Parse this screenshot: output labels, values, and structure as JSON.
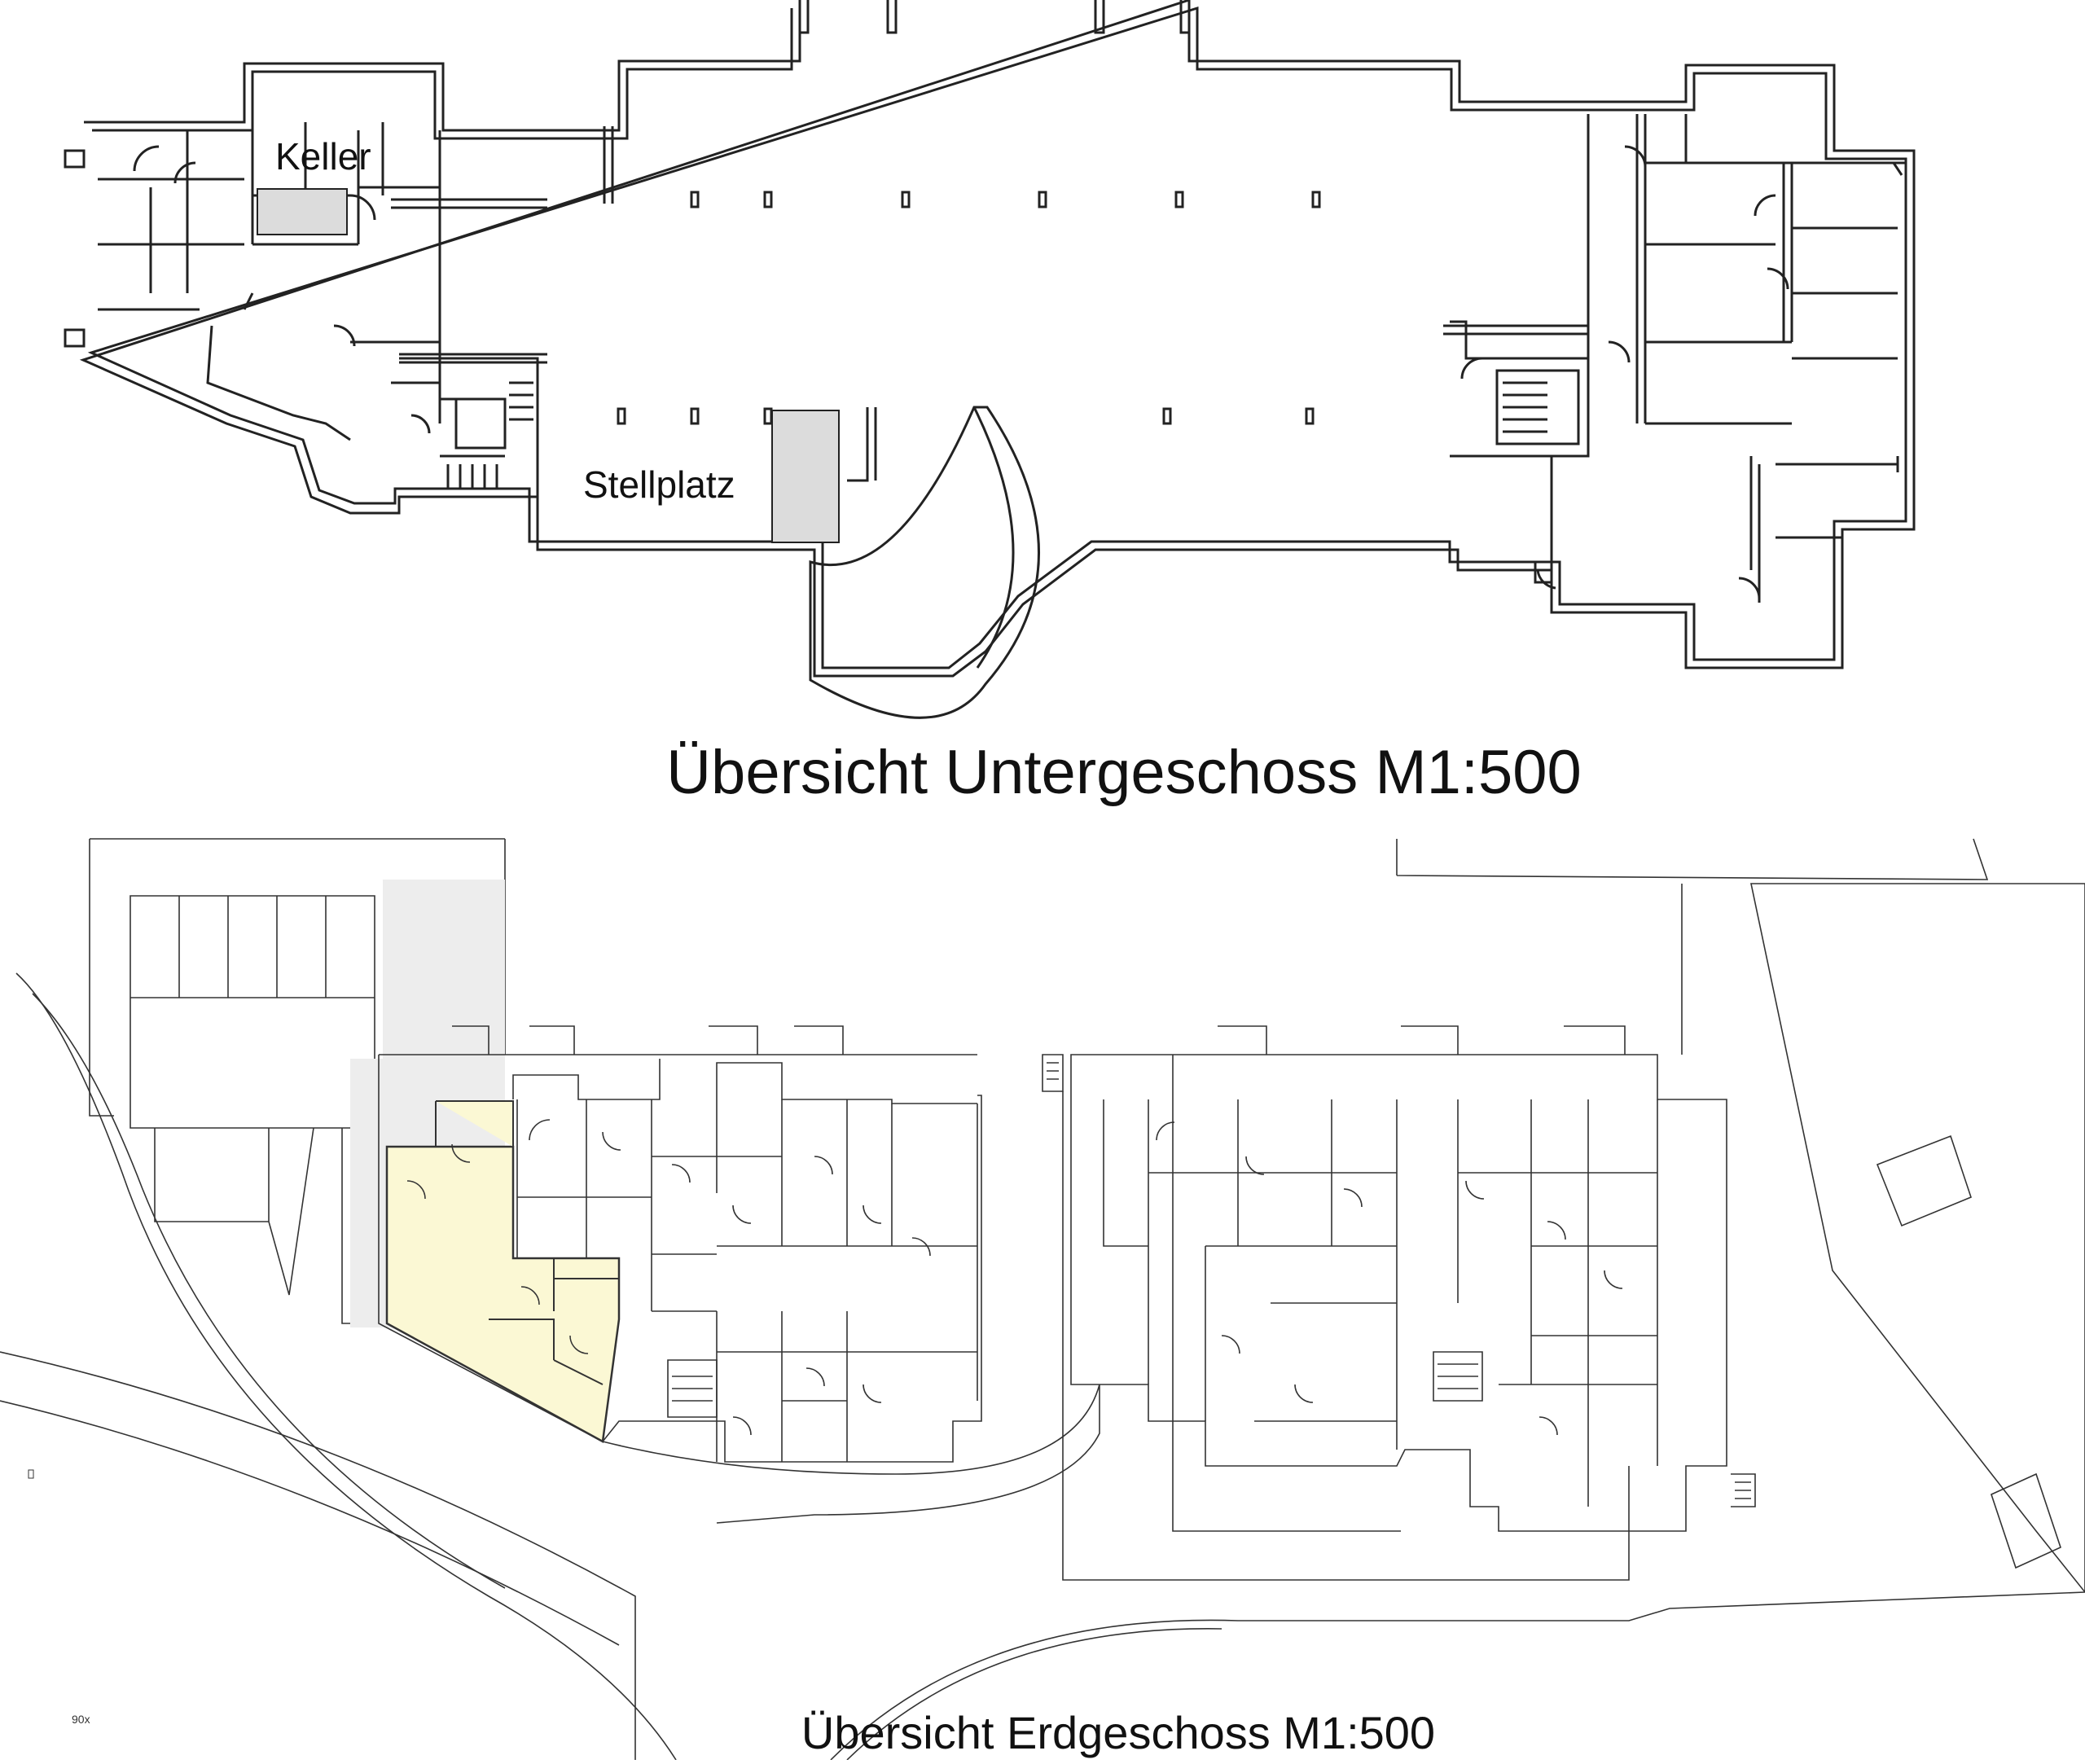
{
  "drawing": {
    "basement": {
      "title": "Übersicht Untergeschoss M1:500",
      "room_labels": {
        "keller": "Keller",
        "stellplatz": "Stellplatz"
      },
      "highlight_color": "#dcdcdc"
    },
    "ground_floor": {
      "title": "Übersicht Erdgeschoss M1:500",
      "highlight_color": "#fbf8d4",
      "hatch_color": "#ededed"
    },
    "sheet_code": "90x"
  }
}
